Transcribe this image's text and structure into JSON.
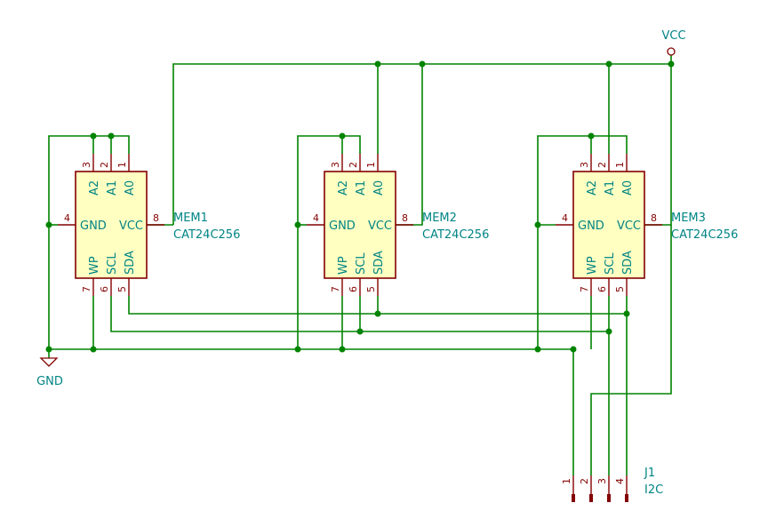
{
  "power": {
    "vcc_label": "VCC",
    "gnd_label": "GND"
  },
  "chips": [
    {
      "ref": "MEM1",
      "value": "CAT24C256",
      "pins": {
        "a2": {
          "name": "A2",
          "num": "3"
        },
        "a1": {
          "name": "A1",
          "num": "2"
        },
        "a0": {
          "name": "A0",
          "num": "1"
        },
        "gnd": {
          "name": "GND",
          "num": "4"
        },
        "vcc": {
          "name": "VCC",
          "num": "8"
        },
        "wp": {
          "name": "WP",
          "num": "7"
        },
        "scl": {
          "name": "SCL",
          "num": "6"
        },
        "sda": {
          "name": "SDA",
          "num": "5"
        }
      }
    },
    {
      "ref": "MEM2",
      "value": "CAT24C256",
      "pins": {
        "a2": {
          "name": "A2",
          "num": "3"
        },
        "a1": {
          "name": "A1",
          "num": "2"
        },
        "a0": {
          "name": "A0",
          "num": "1"
        },
        "gnd": {
          "name": "GND",
          "num": "4"
        },
        "vcc": {
          "name": "VCC",
          "num": "8"
        },
        "wp": {
          "name": "WP",
          "num": "7"
        },
        "scl": {
          "name": "SCL",
          "num": "6"
        },
        "sda": {
          "name": "SDA",
          "num": "5"
        }
      }
    },
    {
      "ref": "MEM3",
      "value": "CAT24C256",
      "pins": {
        "a2": {
          "name": "A2",
          "num": "3"
        },
        "a1": {
          "name": "A1",
          "num": "2"
        },
        "a0": {
          "name": "A0",
          "num": "1"
        },
        "gnd": {
          "name": "GND",
          "num": "4"
        },
        "vcc": {
          "name": "VCC",
          "num": "8"
        },
        "wp": {
          "name": "WP",
          "num": "7"
        },
        "scl": {
          "name": "SCL",
          "num": "6"
        },
        "sda": {
          "name": "SDA",
          "num": "5"
        }
      }
    }
  ],
  "connector": {
    "ref": "J1",
    "value": "I2C",
    "pins": [
      "1",
      "2",
      "3",
      "4"
    ]
  }
}
